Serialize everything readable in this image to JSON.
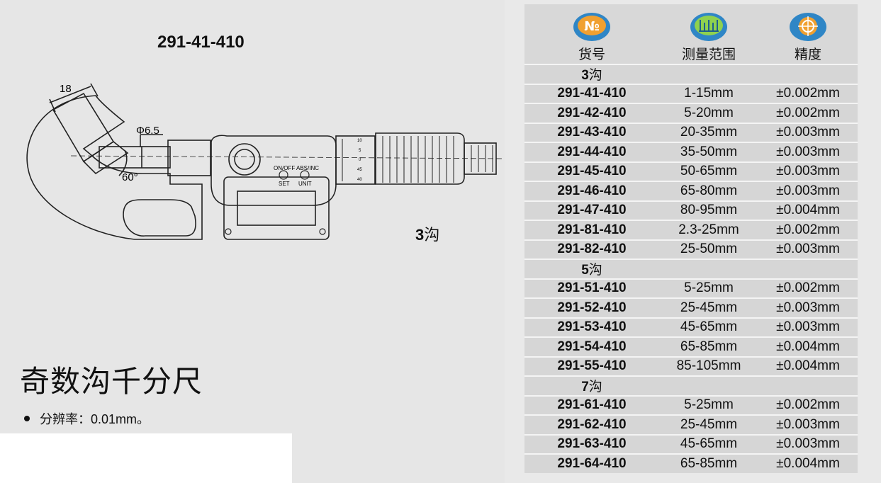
{
  "left": {
    "model_title": "291-41-410",
    "dims": {
      "width": "18",
      "diameter": "Φ6.5",
      "angle": "60°"
    },
    "buttons": {
      "b1_top": "ON/OFF",
      "b1_bottom": "SET",
      "b2_top": "ABS/INC",
      "b2_bottom": "UNIT"
    },
    "thimble_marks": [
      "10",
      "5",
      "0",
      "45",
      "40"
    ],
    "groove_num": "3",
    "groove_cn": "沟",
    "product_title": "奇数沟千分尺",
    "bullet": "分辨率：0.01mm。"
  },
  "table": {
    "icons": {
      "no": "numero-icon",
      "range": "ruler-icon",
      "accuracy": "target-icon"
    },
    "headers": {
      "no_glyph": "№",
      "c1": "货号",
      "c2": "测量范围",
      "c3": "精度"
    },
    "groups": [
      {
        "num": "3",
        "cn": "沟",
        "rows": [
          [
            "291-41-410",
            "1-15mm",
            "±0.002mm"
          ],
          [
            "291-42-410",
            "5-20mm",
            "±0.002mm"
          ],
          [
            "291-43-410",
            "20-35mm",
            "±0.003mm"
          ],
          [
            "291-44-410",
            "35-50mm",
            "±0.003mm"
          ],
          [
            "291-45-410",
            "50-65mm",
            "±0.003mm"
          ],
          [
            "291-46-410",
            "65-80mm",
            "±0.003mm"
          ],
          [
            "291-47-410",
            "80-95mm",
            "±0.004mm"
          ],
          [
            "291-81-410",
            "2.3-25mm",
            "±0.002mm"
          ],
          [
            "291-82-410",
            "25-50mm",
            "±0.003mm"
          ]
        ]
      },
      {
        "num": "5",
        "cn": "沟",
        "rows": [
          [
            "291-51-410",
            "5-25mm",
            "±0.002mm"
          ],
          [
            "291-52-410",
            "25-45mm",
            "±0.003mm"
          ],
          [
            "291-53-410",
            "45-65mm",
            "±0.003mm"
          ],
          [
            "291-54-410",
            "65-85mm",
            "±0.004mm"
          ],
          [
            "291-55-410",
            "85-105mm",
            "±0.004mm"
          ]
        ]
      },
      {
        "num": "7",
        "cn": "沟",
        "rows": [
          [
            "291-61-410",
            "5-25mm",
            "±0.002mm"
          ],
          [
            "291-62-410",
            "25-45mm",
            "±0.003mm"
          ],
          [
            "291-63-410",
            "45-65mm",
            "±0.003mm"
          ],
          [
            "291-64-410",
            "65-85mm",
            "±0.004mm"
          ]
        ]
      }
    ]
  },
  "colors": {
    "icon_blue": "#2f86c6",
    "icon_orange": "#e67e22",
    "icon_green": "#8fd14f",
    "row_bg": "#d6d6d6"
  }
}
